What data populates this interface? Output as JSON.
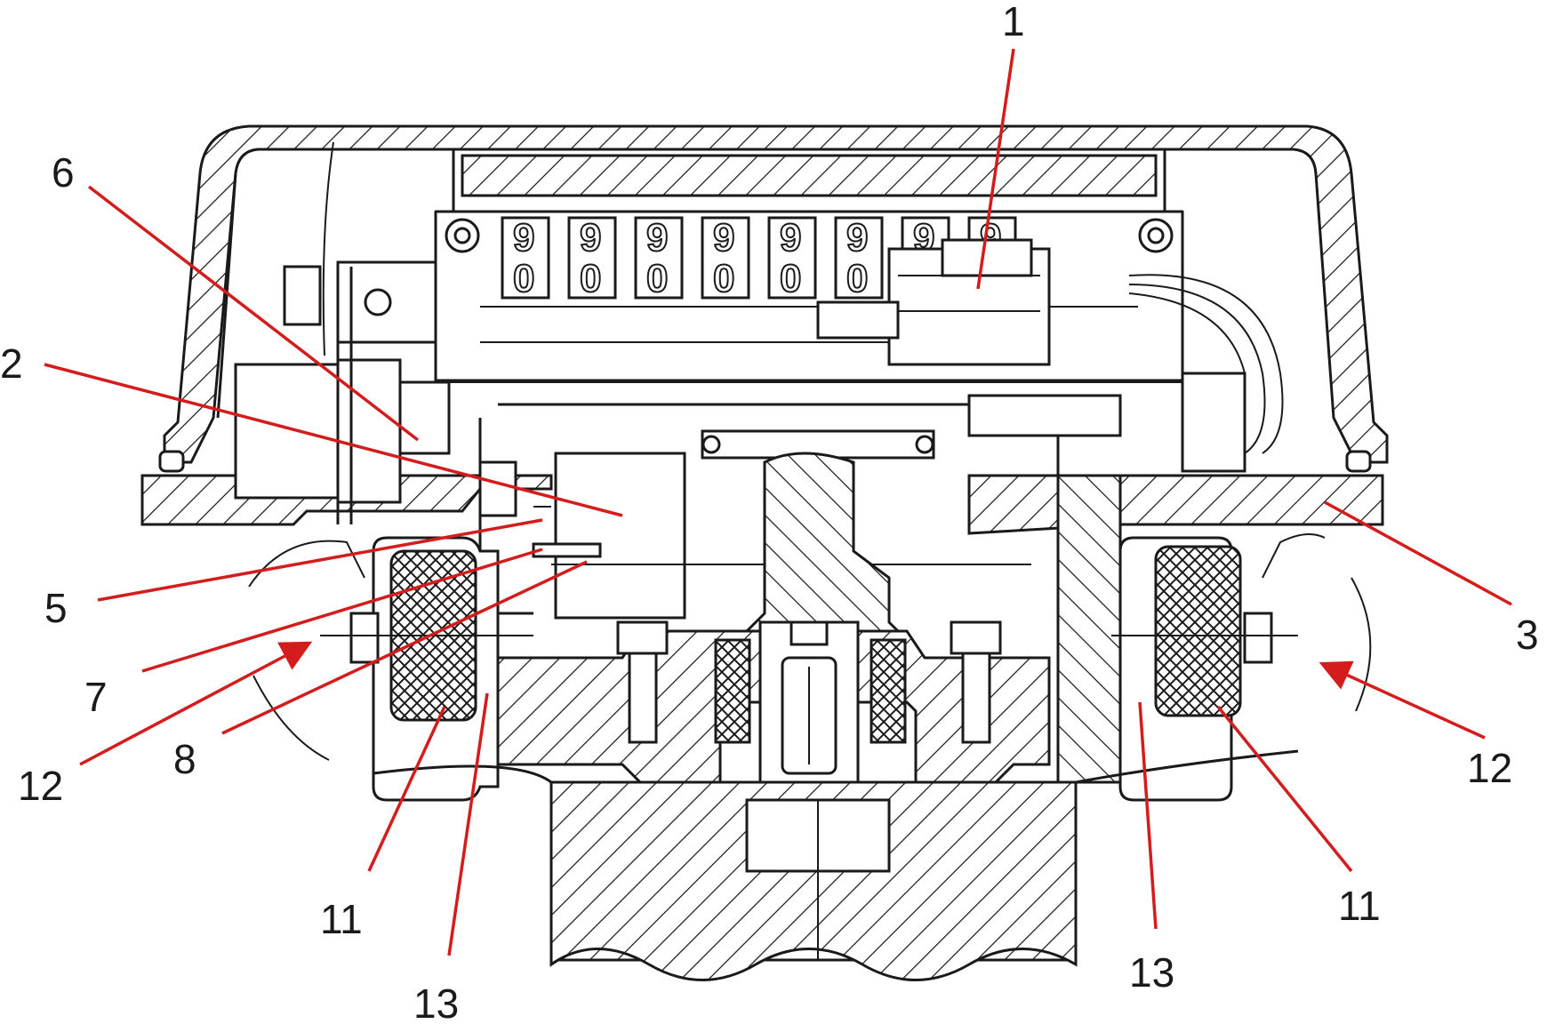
{
  "diagram": {
    "counter_digits": [
      "9",
      "9",
      "9",
      "9",
      "9",
      "9",
      "9",
      "9"
    ],
    "counter_lower_digits": [
      "0",
      "0",
      "0",
      "0",
      "0",
      "0"
    ],
    "callouts": [
      {
        "id": "c1",
        "label": "1"
      },
      {
        "id": "c2",
        "label": "2"
      },
      {
        "id": "c3",
        "label": "3"
      },
      {
        "id": "c5",
        "label": "5"
      },
      {
        "id": "c6",
        "label": "6"
      },
      {
        "id": "c7",
        "label": "7"
      },
      {
        "id": "c8",
        "label": "8"
      },
      {
        "id": "c11a",
        "label": "11"
      },
      {
        "id": "c11b",
        "label": "11"
      },
      {
        "id": "c12a",
        "label": "12"
      },
      {
        "id": "c12b",
        "label": "12"
      },
      {
        "id": "c13a",
        "label": "13"
      },
      {
        "id": "c13b",
        "label": "13"
      }
    ],
    "colors": {
      "callout": "#d41c1c",
      "line": "#1a1a1a",
      "background": "#ffffff"
    }
  }
}
